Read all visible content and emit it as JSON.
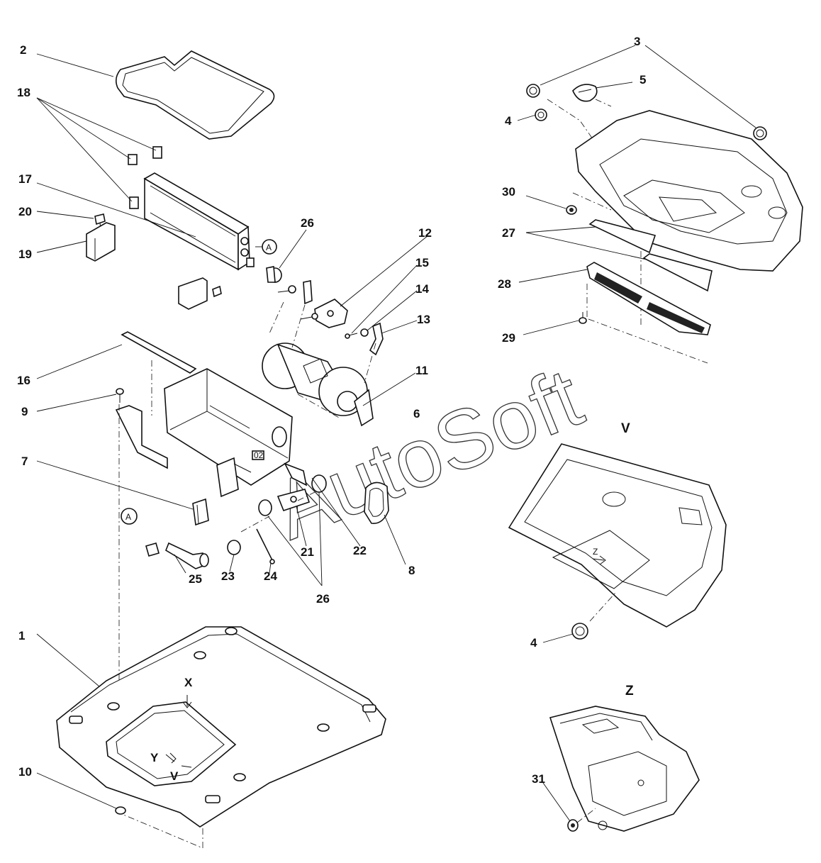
{
  "callouts": {
    "c2": "2",
    "c18": "18",
    "c17": "17",
    "c20": "20",
    "c19": "19",
    "c26a": "26",
    "c12": "12",
    "c15": "15",
    "c14": "14",
    "c13": "13",
    "c11": "11",
    "c6": "6",
    "c16": "16",
    "c9": "9",
    "c7": "7",
    "c25": "25",
    "c23": "23",
    "c24": "24",
    "c21": "21",
    "c22": "22",
    "c8": "8",
    "c26b": "26",
    "c1": "1",
    "c10": "10",
    "c3": "3",
    "c5": "5",
    "c4a": "4",
    "c30": "30",
    "c27": "27",
    "c28": "28",
    "c29": "29",
    "c4b": "4",
    "c31": "31"
  },
  "refs": {
    "a1": "A",
    "a2": "A"
  },
  "views": {
    "v": "V",
    "z": "Z"
  },
  "roof_marks": {
    "x": "X",
    "y": "Y",
    "v": "V"
  },
  "housing_mark": "02",
  "view_v_mark": "Z",
  "watermark": "AutoSoft"
}
